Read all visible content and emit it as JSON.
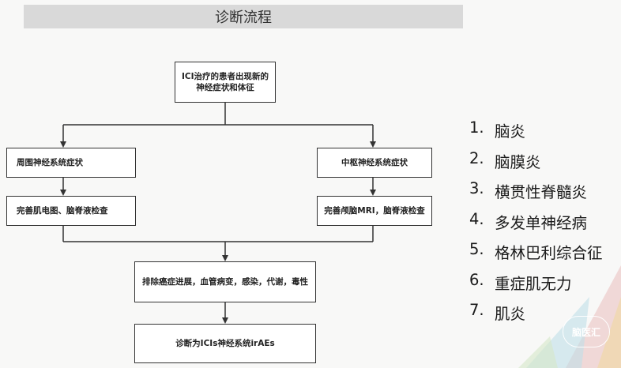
{
  "header": {
    "title": "诊断流程"
  },
  "flowchart": {
    "start": {
      "line1": "ICI治疗的患者出现新的",
      "line2": "神经症状和体征"
    },
    "peripheral": {
      "label": "周围神经系统症状",
      "exam": "完善肌电图、脑脊液检查"
    },
    "central": {
      "label": "中枢神经系统症状",
      "exam": "完善颅脑MRI，脑脊液检查"
    },
    "exclude": "排除癌症进展，血管病变，感染，代谢，毒性",
    "diagnosis": "诊断为ICIs神经系统irAEs"
  },
  "differential_list": [
    {
      "num": "1.",
      "label": "脑炎"
    },
    {
      "num": "2.",
      "label": "脑膜炎"
    },
    {
      "num": "3.",
      "label": "横贯性脊髓炎"
    },
    {
      "num": "4.",
      "label": "多发单神经病"
    },
    {
      "num": "5.",
      "label": "格林巴利综合征"
    },
    {
      "num": "6.",
      "label": "重症肌无力"
    },
    {
      "num": "7.",
      "label": "肌炎"
    }
  ],
  "logo": {
    "text": "脑医汇"
  },
  "colors": {
    "title_bar": "#d9d9d9",
    "line": "#333333",
    "background": "#f8f8f7"
  }
}
